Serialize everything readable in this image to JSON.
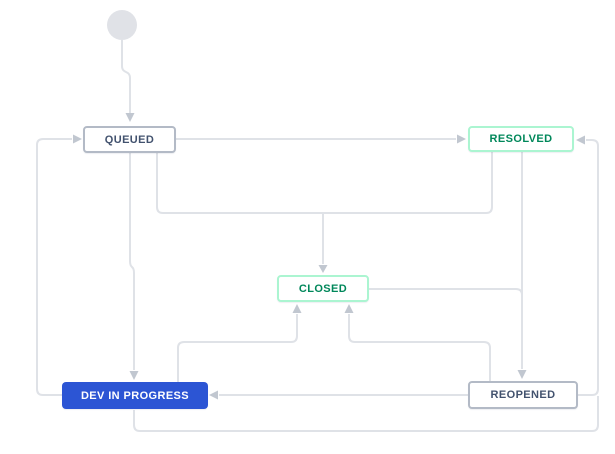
{
  "diagram": {
    "nodes": [
      {
        "id": "start",
        "label": "",
        "shape": "circle",
        "fill": "#e0e2e7"
      },
      {
        "id": "queued",
        "label": "QUEUED",
        "text_color": "#42526e",
        "border_color": "#b3bac6",
        "fill": "#ffffff"
      },
      {
        "id": "resolved",
        "label": "RESOLVED",
        "text_color": "#00875a",
        "border_color": "#abf5d1",
        "fill": "#ffffff"
      },
      {
        "id": "closed",
        "label": "CLOSED",
        "text_color": "#00875a",
        "border_color": "#abf5d1",
        "fill": "#ffffff"
      },
      {
        "id": "dev_in_progress",
        "label": "DEV IN PROGRESS",
        "text_color": "#ffffff",
        "border_color": "#2c55d4",
        "fill": "#2c55d4"
      },
      {
        "id": "reopened",
        "label": "REOPENED",
        "text_color": "#42526e",
        "border_color": "#b3bac6",
        "fill": "#ffffff"
      }
    ],
    "edges": [
      {
        "from": "start",
        "to": "queued"
      },
      {
        "from": "queued",
        "to": "resolved"
      },
      {
        "from": "queued",
        "to": "dev_in_progress"
      },
      {
        "from": "queued",
        "to": "closed"
      },
      {
        "from": "resolved",
        "to": "closed"
      },
      {
        "from": "resolved",
        "to": "reopened"
      },
      {
        "from": "closed",
        "to": "reopened"
      },
      {
        "from": "dev_in_progress",
        "to": "queued"
      },
      {
        "from": "dev_in_progress",
        "to": "closed"
      },
      {
        "from": "dev_in_progress",
        "to": "resolved"
      },
      {
        "from": "reopened",
        "to": "dev_in_progress"
      },
      {
        "from": "reopened",
        "to": "closed"
      },
      {
        "from": "reopened",
        "to": "resolved"
      }
    ],
    "colors": {
      "background": "#ffffff",
      "line": "#dfe2e7",
      "arrow": "#c1c7d0",
      "start_node": "#e0e2e7"
    }
  }
}
